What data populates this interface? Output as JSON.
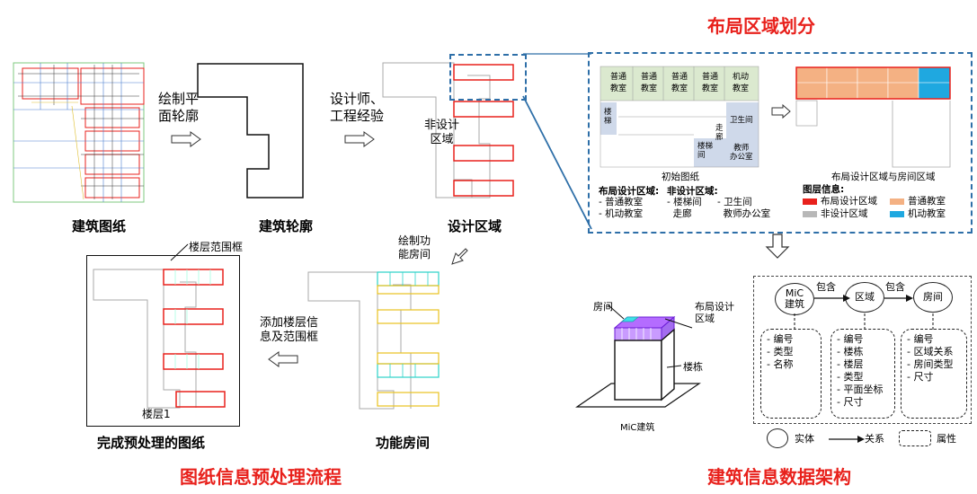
{
  "titles": {
    "preprocess": "图纸信息预处理流程",
    "layout_division": "布局区域划分",
    "data_schema": "建筑信息数据架构"
  },
  "preprocess": {
    "arrow1": "绘制平\n面轮廓",
    "arrow2": "设计师、\n工程经验",
    "arrow3": "绘制功\n能房间",
    "arrow4": "添加楼层信\n息及范围框",
    "non_design": "非设计\n区域",
    "floor_frame": "楼层范围框",
    "floor1": "楼层1",
    "labels": {
      "drawing": "建筑图纸",
      "outline": "建筑轮廓",
      "design_area": "设计区域",
      "done": "完成预处理的图纸",
      "rooms": "功能房间"
    }
  },
  "layout_panel": {
    "rooms": [
      "普通\n教室",
      "普通\n教室",
      "普通\n教室",
      "普通\n教室",
      "机动\n教室"
    ],
    "stair_left": "楼\n梯",
    "toilet": "卫生间",
    "corridor": "走\n廊",
    "stair2": "楼梯\n间",
    "office": "教师\n办公室",
    "initial_caption": "初始图纸",
    "result_caption": "布局设计区域与房间区域",
    "design_area_title": "布局设计区域:",
    "design_area_items": "- 普通教室\n- 机动教室",
    "non_design_title": "非设计区域:",
    "non_design_items_a": "- 楼梯间\n  走廊",
    "non_design_items_b": "- 卫生间\n  教师办公室",
    "legend_title": "图层信息:",
    "legend": [
      {
        "label": "布局设计区域",
        "color": "#e8211c"
      },
      {
        "label": "非设计区域",
        "color": "#b8b8b8"
      },
      {
        "label": "普通教室",
        "color": "#f4b183"
      },
      {
        "label": "机动教室",
        "color": "#1fa8e0"
      }
    ]
  },
  "schema": {
    "room": "房间",
    "layout_area": "布局设计\n区域",
    "building": "楼栋",
    "mic_building": "MiC建筑",
    "entity_mic": "MiC\n建筑",
    "entity_area": "区域",
    "entity_room": "房间",
    "contains1": "包含",
    "contains2": "包含",
    "attrs_mic": "- 编号\n- 类型\n- 名称",
    "attrs_area": "- 编号\n- 楼栋\n- 楼层\n- 类型\n- 平面坐标\n- 尺寸",
    "attrs_room": "- 编号\n- 区域关系\n- 房间类型\n- 尺寸",
    "legend_entity": "实体",
    "legend_relation": "关系",
    "legend_attribute": "属性"
  }
}
